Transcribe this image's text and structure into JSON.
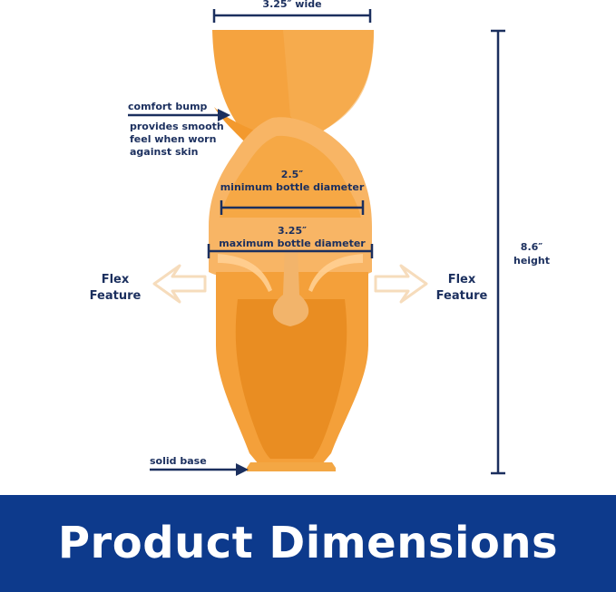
{
  "diagram": {
    "colors": {
      "body": "#f5a33f",
      "body_light": "#f8bf73",
      "body_dark": "#e58a1c",
      "ink": "#1b2f5e",
      "flex_arrow": "#f6dcbc",
      "banner": "#0d3a8c"
    },
    "labels": {
      "top_width": "3.25″ wide",
      "comfort_bump_title": "comfort bump",
      "comfort_bump_desc": [
        "provides smooth",
        "feel when worn",
        "against skin"
      ],
      "min_diameter_value": "2.5″",
      "min_diameter_text": "minimum bottle diameter",
      "max_diameter_value": "3.25″",
      "max_diameter_text": "maximum bottle diameter",
      "flex_left": [
        "Flex",
        "Feature"
      ],
      "flex_right": [
        "Flex",
        "Feature"
      ],
      "height_value": "8.6″",
      "height_text": "height",
      "solid_base": "solid base"
    }
  },
  "banner": {
    "title": "Product Dimensions"
  }
}
